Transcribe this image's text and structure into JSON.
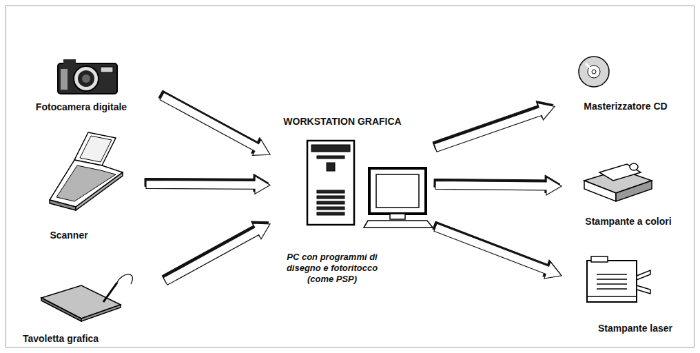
{
  "diagram": {
    "nodes": [
      {
        "text": [
          "Fotocamera digitale"
        ]
      },
      {
        "text": [
          "Scanner"
        ]
      },
      {
        "text": [
          "Tavoletta grafica"
        ]
      },
      {
        "text": [
          "WORKSTATION GRAFICA",
          "PC con programmi di disegno e fotoritocco (come PSP)"
        ]
      },
      {
        "text": [
          "Masterizzatore CD"
        ]
      },
      {
        "text": [
          "Stampante a colori"
        ]
      },
      {
        "text": [
          "Stampante laser"
        ]
      }
    ],
    "edges": [
      {
        "from": 0,
        "to": 3,
        "arrow": "to"
      },
      {
        "from": 1,
        "to": 3,
        "arrow": "to"
      },
      {
        "from": 2,
        "to": 3,
        "arrow": "to"
      },
      {
        "from": 3,
        "to": 4,
        "arrow": "to"
      },
      {
        "from": 3,
        "to": 5,
        "arrow": "to"
      },
      {
        "from": 3,
        "to": 6,
        "arrow": "to"
      }
    ]
  }
}
